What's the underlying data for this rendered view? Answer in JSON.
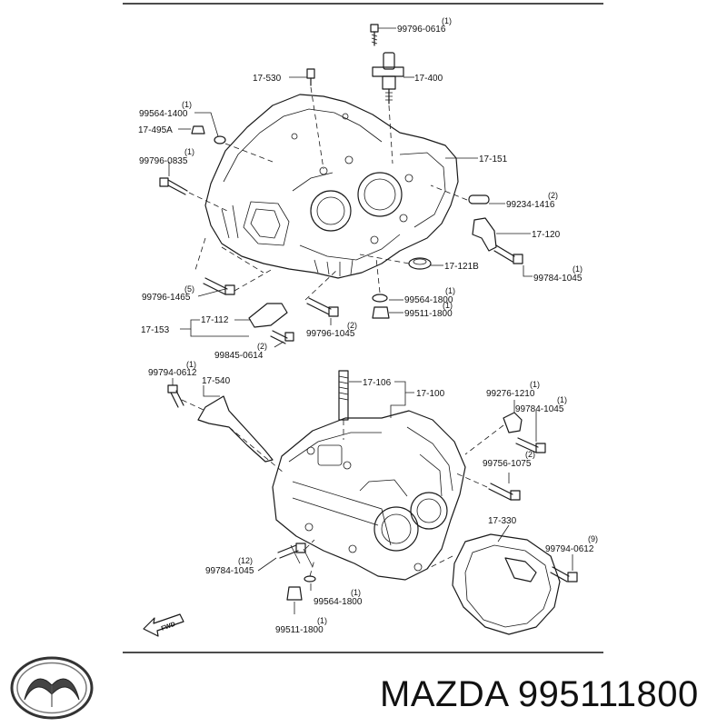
{
  "callouts": [
    {
      "ref": "99796-0616",
      "qty": "(1)"
    },
    {
      "ref": "17-530"
    },
    {
      "ref": "17-400"
    },
    {
      "ref": "99564-1400",
      "qty": "(1)"
    },
    {
      "ref": "17-495A"
    },
    {
      "ref": "99796-0835",
      "qty": "(1)"
    },
    {
      "ref": "17-151"
    },
    {
      "ref": "99234-1416",
      "qty": "(2)"
    },
    {
      "ref": "17-120"
    },
    {
      "ref": "17-121B"
    },
    {
      "ref": "99784-1045",
      "qty": "(1)"
    },
    {
      "ref": "99796-1465",
      "qty": "(5)"
    },
    {
      "ref": "99564-1800",
      "qty": "(1)"
    },
    {
      "ref": "99511-1800",
      "qty": "(1)"
    },
    {
      "ref": "17-153"
    },
    {
      "ref": "17-112"
    },
    {
      "ref": "99796-1045",
      "qty": "(2)"
    },
    {
      "ref": "99845-0614",
      "qty": "(2)"
    },
    {
      "ref": "99794-0612",
      "qty": "(1)"
    },
    {
      "ref": "17-540"
    },
    {
      "ref": "17-106"
    },
    {
      "ref": "17-100"
    },
    {
      "ref": "99276-1210",
      "qty": "(1)"
    },
    {
      "ref": "99784-1045",
      "qty": "(1)"
    },
    {
      "ref": "99756-1075",
      "qty": "(2)"
    },
    {
      "ref": "17-330"
    },
    {
      "ref": "99794-0612",
      "qty": "(9)"
    },
    {
      "ref": "99784-1045",
      "qty": "(12)"
    },
    {
      "ref": "99564-1800",
      "qty": "(1)"
    },
    {
      "ref": "99511-1800",
      "qty": "(1)"
    }
  ],
  "direction_marker": "FWD",
  "footer": {
    "brand_text": "MAZDA 995111800",
    "logo_icon": "mazda-logo-icon"
  }
}
